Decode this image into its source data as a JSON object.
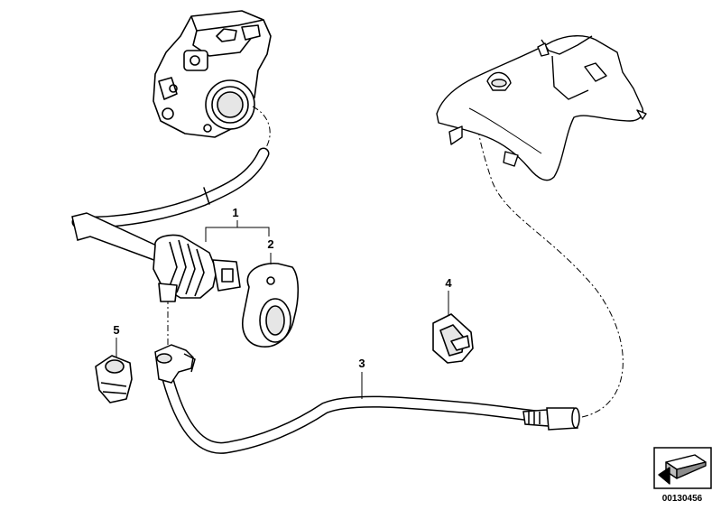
{
  "diagram": {
    "callouts": [
      {
        "id": "1",
        "label": "1"
      },
      {
        "id": "2",
        "label": "2"
      },
      {
        "id": "3",
        "label": "3"
      },
      {
        "id": "4",
        "label": "4"
      },
      {
        "id": "5",
        "label": "5"
      }
    ],
    "reference_number": "00130456",
    "colors": {
      "line": "#000000",
      "fill": "#ffffff",
      "shade": "#d9d9d9"
    },
    "icons": [
      "arrow-icon"
    ]
  }
}
